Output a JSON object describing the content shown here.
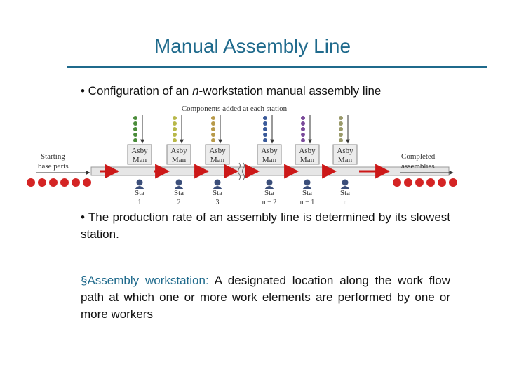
{
  "slide": {
    "title": "Manual Assembly Line",
    "bullet1_prefix": "• Configuration of an ",
    "bullet1_italic": "n",
    "bullet1_suffix": "-workstation manual assembly line",
    "bullet2": "• The production rate of an assembly line is determined by its slowest station.",
    "bullet3_marker": "§",
    "bullet3_term": "Assembly workstation:",
    "bullet3_body": " A designated location along the work flow path at which one or more work elements are performed by one or more workers"
  },
  "diagram": {
    "top_label": "Components added at each station",
    "left_label_line1": "Starting",
    "left_label_line2": "base parts",
    "right_label_line1": "Completed",
    "right_label_line2": "assemblies",
    "station_box_line1": "Asby",
    "station_box_line2": "Man",
    "station_label": "Sta",
    "stations": [
      {
        "num": "1",
        "dots": "#4a8c3a"
      },
      {
        "num": "2",
        "dots": "#b8b84a"
      },
      {
        "num": "3",
        "dots": "#b89a4a"
      },
      {
        "num": "n − 2",
        "dots": "#3a5a9a"
      },
      {
        "num": "n − 1",
        "dots": "#7a4a9a"
      },
      {
        "num": "n",
        "dots": "#9a9a6a"
      }
    ],
    "colors": {
      "part": "#d42424",
      "arrow": "#cc1818",
      "conveyor": "#e6e6e6",
      "box": "#ececec",
      "text": "#333333"
    }
  }
}
